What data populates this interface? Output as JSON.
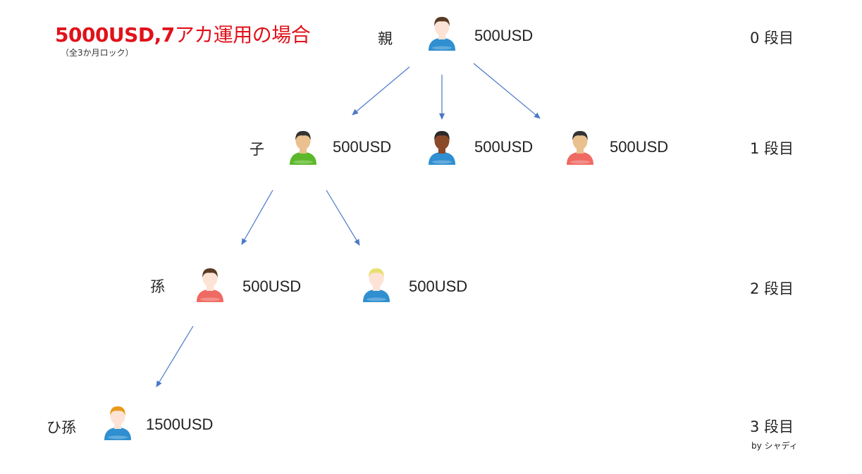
{
  "title_part1": "5000USD,7",
  "title_part2": "アカ運用の場合",
  "subtitle": "（全3か月ロック）",
  "credit": "by シャディ",
  "levels": [
    "0 段目",
    "1 段目",
    "2 段目",
    "3 段目"
  ],
  "relations": {
    "parent": "親",
    "child": "子",
    "grandchild": "孫",
    "great_grandchild": "ひ孫"
  },
  "amounts": {
    "parent": "500USD",
    "child_1": "500USD",
    "child_2": "500USD",
    "child_3": "500USD",
    "grandchild_1": "500USD",
    "grandchild_2": "500USD",
    "great_grandchild": "1500USD"
  },
  "avatars": {
    "parent": {
      "icon": "person-icon",
      "hair": "#5a3a22",
      "skin": "#fde3d6",
      "shirt": "#2f8fd0"
    },
    "child_1": {
      "icon": "person-icon",
      "hair": "#333333",
      "skin": "#e9c08e",
      "shirt": "#5cb82a"
    },
    "child_2": {
      "icon": "person-icon",
      "hair": "#2a2a2a",
      "skin": "#8a4a2a",
      "shirt": "#2f8fd0"
    },
    "child_3": {
      "icon": "person-icon",
      "hair": "#333333",
      "skin": "#e9c08e",
      "shirt": "#ef6a62"
    },
    "grandchild_1": {
      "icon": "person-icon",
      "hair": "#5a3a22",
      "skin": "#fde3d6",
      "shirt": "#ef6a62"
    },
    "grandchild_2": {
      "icon": "person-icon",
      "hair": "#e8e070",
      "skin": "#fde3d6",
      "shirt": "#2f8fd0"
    },
    "great_grandchild": {
      "icon": "person-icon",
      "hair": "#e89a1a",
      "skin": "#fde3d6",
      "shirt": "#2f8fd0"
    }
  },
  "colors": {
    "title": "#e0121b",
    "arrow": "#4a78c8"
  }
}
